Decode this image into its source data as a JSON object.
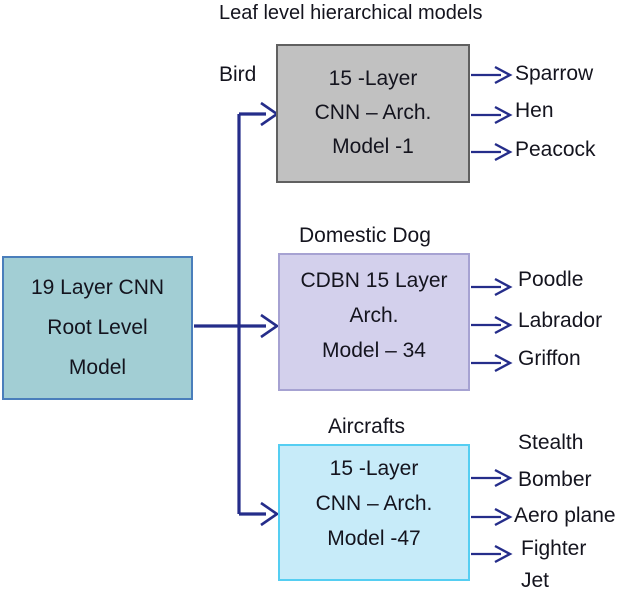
{
  "title": "Leaf level hierarchical models",
  "root_box": {
    "line1": "19 Layer CNN",
    "line2": "Root Level",
    "line3": "Model"
  },
  "branches": [
    {
      "label": "Bird",
      "box": {
        "line1": "15 -Layer",
        "line2": "CNN – Arch.",
        "line3": "Model -1"
      },
      "leaves": [
        "Sparrow",
        "Hen",
        "Peacock"
      ]
    },
    {
      "label": "Domestic Dog",
      "box": {
        "line1": "CDBN 15 Layer",
        "line2": "Arch.",
        "line3": "Model – 34"
      },
      "leaves": [
        "Poodle",
        "Labrador",
        "Griffon"
      ]
    },
    {
      "label": "Aircrafts",
      "box": {
        "line1": "15 -Layer",
        "line2": "CNN – Arch.",
        "line3": "Model -47"
      },
      "leaves": [
        "Stealth Bomber",
        "Aero plane",
        "Fighter Jet"
      ]
    }
  ],
  "colors": {
    "connector": "#252d8a",
    "text": "#14141e",
    "root-fill": "#a2ced4",
    "root-border": "#4a7ebb",
    "bird-fill": "#c1c1c1",
    "bird-border": "#606060",
    "dog-fill": "#d3d0ec",
    "dog-border": "#a6a2d2",
    "aircraft-fill": "#c7ebf9",
    "aircraft-border": "#55cef2"
  }
}
